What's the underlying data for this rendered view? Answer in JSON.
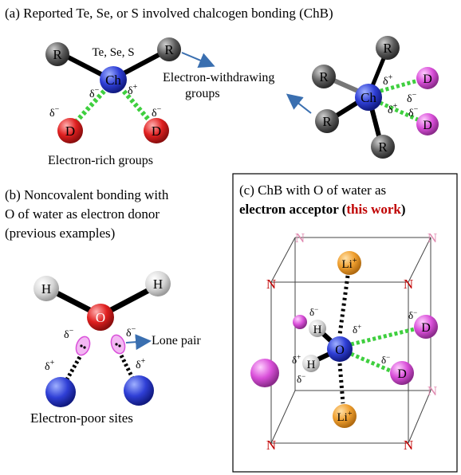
{
  "panel_a": {
    "caption": "(a) Reported Te, Se, or S involved chalcogen bonding (ChB)",
    "ch_atoms": "Te, Se, S",
    "withdrawing_label_1": "Electron-withdrawing",
    "withdrawing_label_2": "groups",
    "rich_label": "Electron-rich groups"
  },
  "panel_b": {
    "caption_1": "(b) Noncovalent bonding with",
    "caption_2": "O of water as electron donor",
    "caption_3": "(previous examples)",
    "lone_pair_label": "Lone pair",
    "poor_sites_label": "Electron-poor sites"
  },
  "panel_c": {
    "caption_1": "(c) ChB with O of water as",
    "caption_2a": "electron acceptor (",
    "caption_2b": "this work",
    "caption_2c": ")",
    "highlight_color": "#c00000"
  },
  "atoms": {
    "R": "R",
    "Ch": "Ch",
    "D": "D",
    "H": "H",
    "O": "O",
    "N": "N",
    "Li": "Li"
  },
  "charges": {
    "plus": "+",
    "minus": "−",
    "delta": "δ"
  },
  "colors": {
    "ch_blue": "#2f3fd6",
    "donor_red": "#e02020",
    "donor_magenta": "#d94fd9",
    "r_gray": "#6a6a6a",
    "h_gray": "#d6d6d6",
    "li_orange": "#f0a030",
    "n_red": "#c00000",
    "n_pink": "#e08ab0",
    "green_bond": "#3fcf3f",
    "arrow_blue": "#3a6fb0"
  }
}
